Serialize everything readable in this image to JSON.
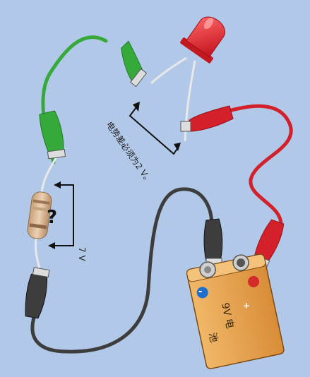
{
  "resistor": {
    "question": "?"
  },
  "resistor_voltage_label": "7 V",
  "led_voltage_label": "电势差必须为2 V。",
  "battery": {
    "label_line1": "9V 电",
    "label_line2": "池",
    "negative_symbol": "-",
    "positive_symbol": "+"
  },
  "colors": {
    "background": "#b2c8e8",
    "green_wire": "#35a93a",
    "red_wire": "#d3202a",
    "black_wire": "#3a3a3a",
    "led_red": "#e0232d",
    "battery_body": "#e3a052",
    "resistor_body": "#d8b592"
  }
}
